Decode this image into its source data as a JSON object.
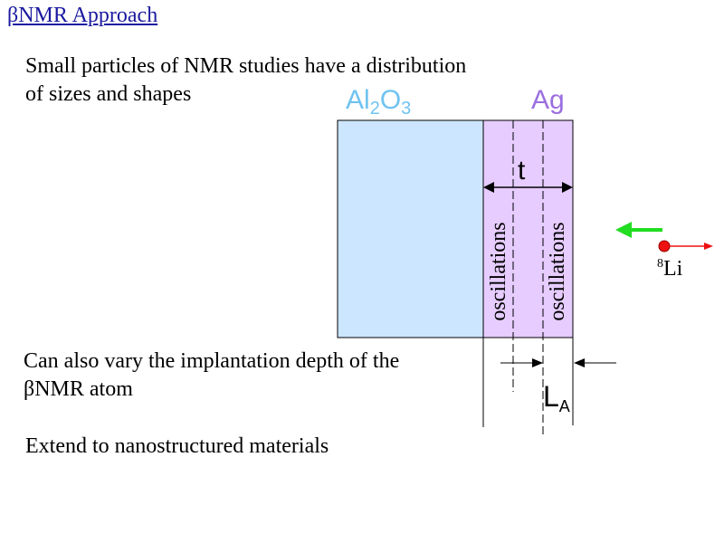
{
  "slide": {
    "title": "βNMR Approach",
    "paragraph1_line1": "Small particles of NMR studies have a distribution",
    "paragraph1_line2": "of sizes and shapes",
    "paragraph2_line1": "Can also vary the implantation depth of the",
    "paragraph2_line2": "βNMR atom",
    "paragraph3": "Extend to nanostructured materials"
  },
  "diagram": {
    "substrate_label": {
      "main": "Al",
      "sub1": "2",
      "mid": "O",
      "sub2": "3"
    },
    "film_label": "Ag",
    "thickness_label": "t",
    "length_label": {
      "main": "L",
      "sub": "A"
    },
    "oscillation_label_left": "oscillations",
    "oscillation_label_right": "oscillations",
    "probe_label": {
      "sup": "8",
      "main": "Li"
    },
    "colors": {
      "substrate_fill": "#cce6ff",
      "film_fill": "#e6ccff",
      "substrate_text": "#6fc3f0",
      "film_text": "#9b6fe0",
      "incoming_arrow": "#22dd22",
      "probe_dot": "#ee1111",
      "spin_arrow": "#ee1111"
    }
  }
}
